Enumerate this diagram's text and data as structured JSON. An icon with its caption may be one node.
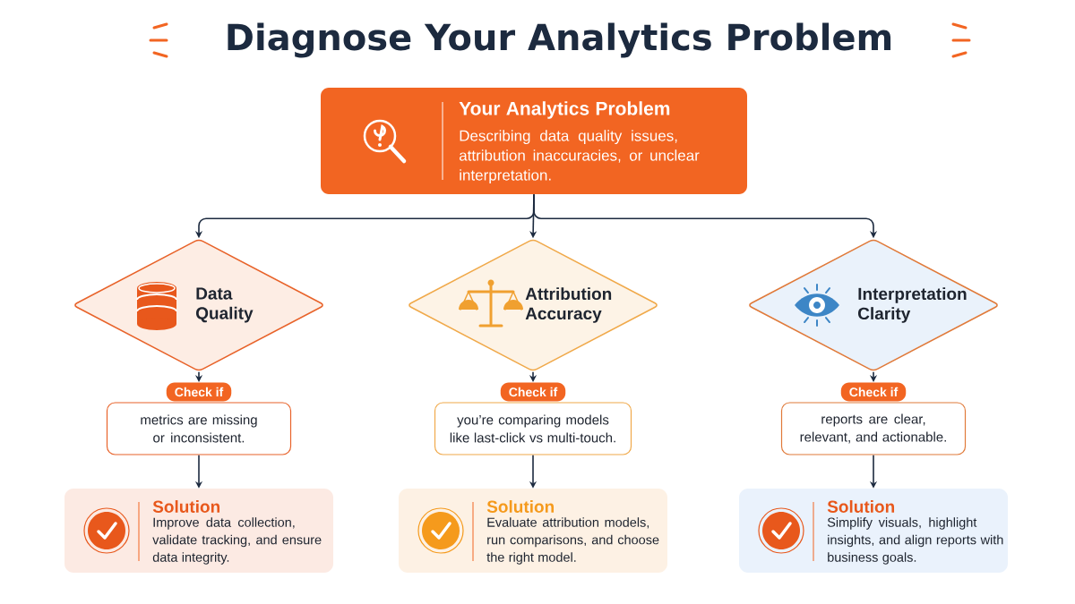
{
  "diagram": {
    "title": "Diagnose Your Analytics Problem",
    "nodes": [
      {
        "text": [
          "Your Analytics Problem",
          "Describing data quality issues, attribution inaccuracies, or unclear interpretation."
        ]
      },
      {
        "text": [
          "Data Quality"
        ]
      },
      {
        "text": [
          "Attribution Accuracy"
        ]
      },
      {
        "text": [
          "Interpretation Clarity"
        ]
      },
      {
        "text": [
          "Check if",
          "metrics are missing or inconsistent."
        ]
      },
      {
        "text": [
          "Check if",
          "you’re comparing models like last-click vs multi-touch."
        ]
      },
      {
        "text": [
          "Check if",
          "reports are clear, relevant, and actionable."
        ]
      },
      {
        "text": [
          "Solution",
          "Improve data collection, validate tracking, and ensure data integrity."
        ]
      },
      {
        "text": [
          "Solution",
          "Evaluate attribution models, run comparisons, and choose the right model."
        ]
      },
      {
        "text": [
          "Solution",
          "Simplify visuals, highlight insights, and align reports with business goals."
        ]
      }
    ],
    "edges": [
      {
        "from": 0,
        "to": 1,
        "arrow": "to"
      },
      {
        "from": 0,
        "to": 2,
        "arrow": "to"
      },
      {
        "from": 0,
        "to": 3,
        "arrow": "to"
      },
      {
        "from": 1,
        "to": 4,
        "arrow": "to"
      },
      {
        "from": 2,
        "to": 5,
        "arrow": "to"
      },
      {
        "from": 3,
        "to": 6,
        "arrow": "to"
      },
      {
        "from": 4,
        "to": 7,
        "arrow": "to"
      },
      {
        "from": 5,
        "to": 8,
        "arrow": "to"
      },
      {
        "from": 6,
        "to": 9,
        "arrow": "to"
      }
    ]
  }
}
